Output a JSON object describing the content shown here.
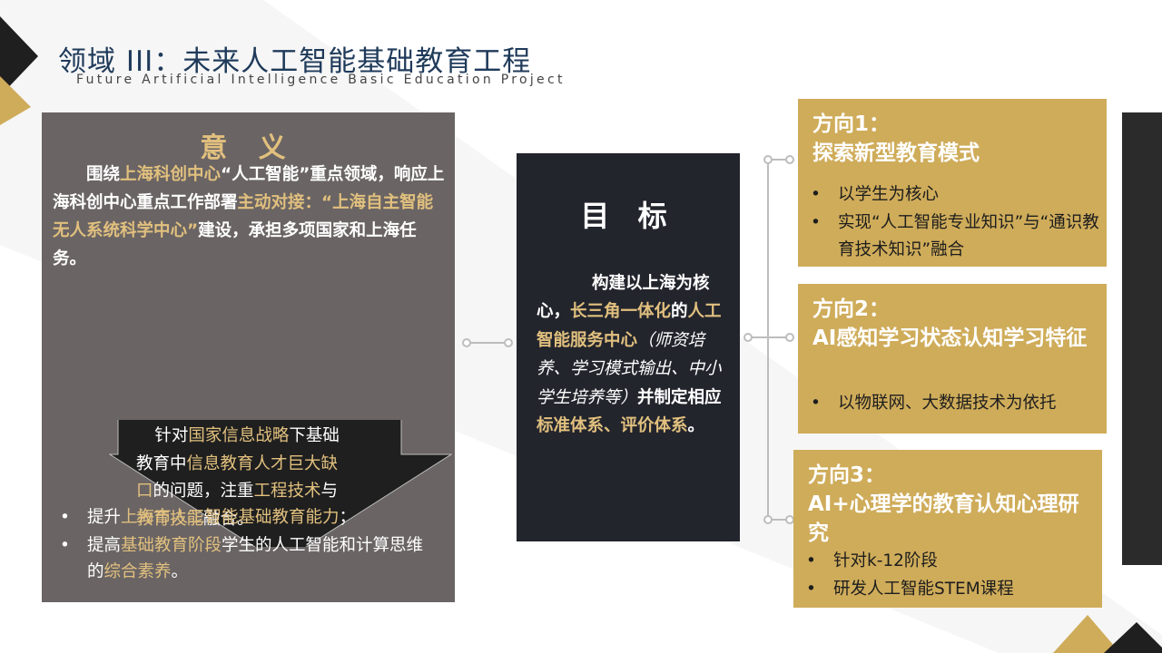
{
  "title": {
    "main": "领域 III：未来人工智能基础教育工程",
    "subtitle": "Future Artificial Intelligence Basic Education Project"
  },
  "colors": {
    "dark_panel": "#6a6464",
    "goal_panel": "#23252d",
    "gold_box": "#cfac5a",
    "gold_text": "#e1c07e",
    "title_blue": "#1f3a5a"
  },
  "significance": {
    "heading": "意 义",
    "p1": "围绕",
    "p1_hl": "上海科创中心",
    "p2": "“人工智能”重点领域，响应上海科创中心重点工作部署",
    "p2_hl": "主动对接：“上海自主智能无人系统科学中心”",
    "p3": "建设，承担多项国家和上海任务。",
    "arrow": {
      "t1": "针对",
      "t1_hl": "国家信息战略",
      "t2": "下基础教育中",
      "t2_hl": "信息教育人才巨大缺口",
      "t3": "的问题，注重",
      "t3_hl": "工程技术",
      "t4": "与",
      "t4_hl": "教育技能",
      "t5": "融合。"
    },
    "bullets": [
      {
        "a": "提升",
        "hl": "上海市人工智能基础教育能力",
        "b": "；"
      },
      {
        "a": "提高",
        "hl": "基础教育阶段",
        "b": "学生的人工智能和计算思维的",
        "hl2": "综合素养",
        "c": "。"
      }
    ]
  },
  "goal": {
    "heading": "目 标",
    "t1": "构建以上海为核心，",
    "t1_hl": "长三角一体化",
    "t2": "的",
    "t2_hl": "人工智能服务中心",
    "t3_it": "（师资培养、学习模式输出、中小学生培养等）",
    "t4": "并制定相应",
    "t4_hl": "标准体系、评价体系",
    "t5": "。"
  },
  "directions": [
    {
      "title": "方向1：",
      "subtitle": "探索新型教育模式",
      "items": [
        "以学生为核心",
        "实现“人工智能专业知识”与“通识教育技术知识”融合"
      ]
    },
    {
      "title": "方向2：",
      "subtitle": "AI感知学习状态认知学习特征",
      "items": [
        "以物联网、大数据技术为依托"
      ]
    },
    {
      "title": "方向3：",
      "subtitle": "AI+心理学的教育认知心理研究",
      "items": [
        "针对k-12阶段",
        "研发人工智能STEM课程"
      ]
    }
  ],
  "bullet_char": "•"
}
